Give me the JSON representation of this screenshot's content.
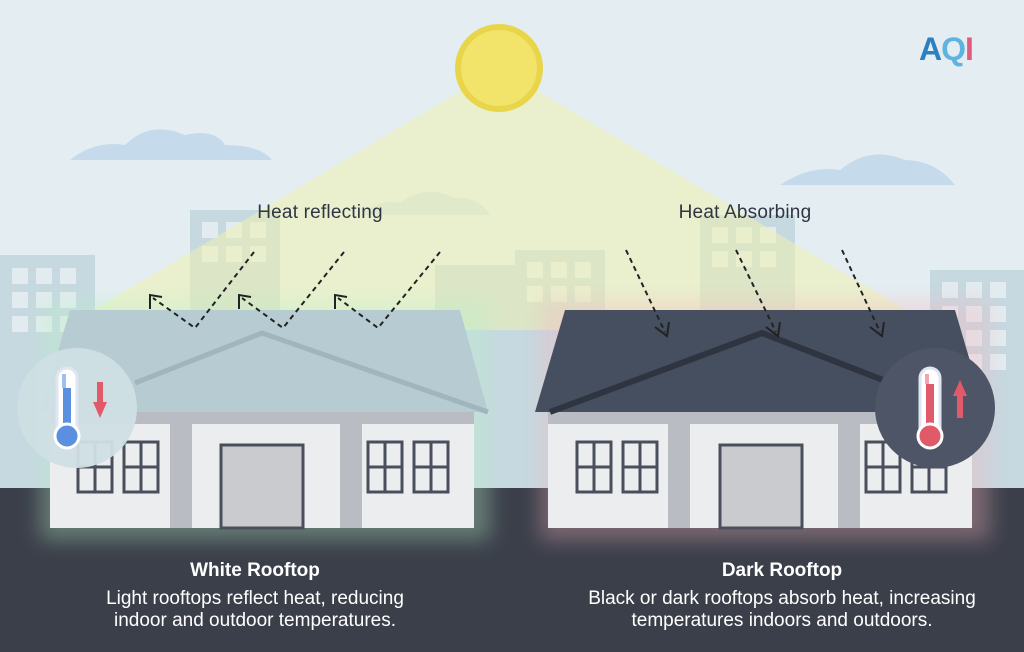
{
  "logo": {
    "text": "AQI"
  },
  "left": {
    "label": "Heat reflecting",
    "title": "White Rooftop",
    "body_line1": "Light rooftops reflect heat, reducing",
    "body_line2": "indoor and outdoor temperatures.",
    "thermometer": "thermometer-low-icon",
    "arrow": "arrow-down-icon"
  },
  "right": {
    "label": "Heat Absorbing",
    "title": "Dark Rooftop",
    "body_line1": "Black or dark rooftops absorb heat, increasing",
    "body_line2": "temperatures indoors and outdoors.",
    "thermometer": "thermometer-high-icon",
    "arrow": "arrow-up-icon"
  },
  "colors": {
    "sky": "#e4eef2",
    "ground": "#3b3f4a",
    "sun": "#f2e36a",
    "white_roof": "#b9cdd4",
    "dark_roof": "#464f5f",
    "cool": "#5b8fe0",
    "hot": "#e05a6a"
  }
}
